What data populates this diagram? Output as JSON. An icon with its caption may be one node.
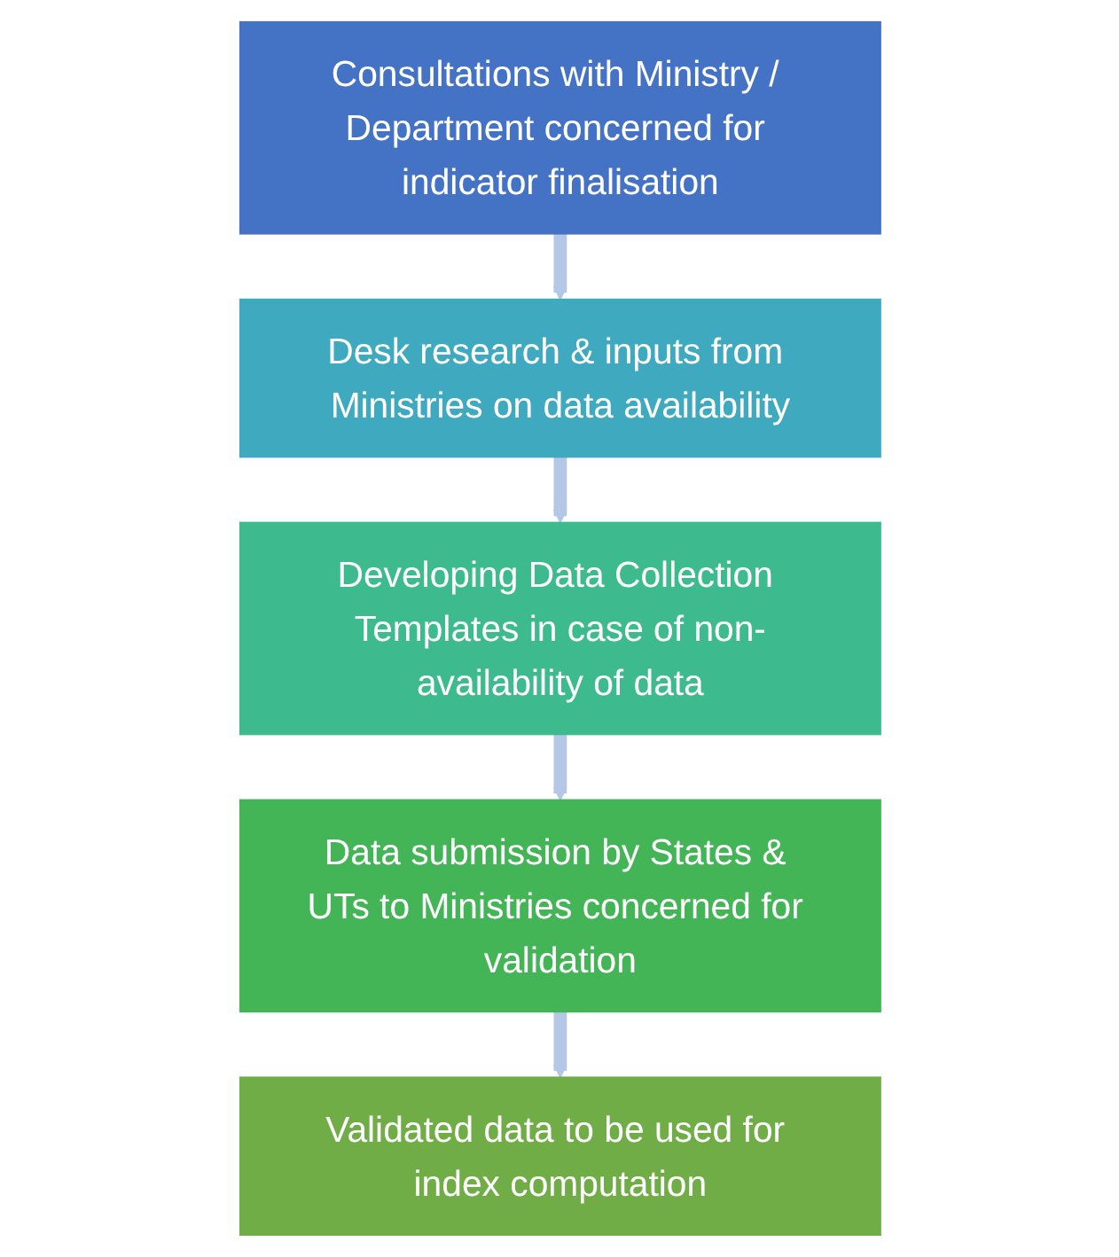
{
  "diagram": {
    "nodes": [
      {
        "text": [
          "Consultations with Ministry / Department concerned for indicator finalisation"
        ]
      },
      {
        "text": [
          "Desk research & inputs from Ministries on data availability"
        ]
      },
      {
        "text": [
          "Developing Data Collection Templates in case of non-availability of data"
        ]
      },
      {
        "text": [
          "Data submission by States & UTs to Ministries concerned for validation"
        ]
      },
      {
        "text": [
          "Validated data to be used for index computation"
        ]
      }
    ],
    "edges": [
      {
        "from": 0,
        "to": 1,
        "arrow": "to"
      },
      {
        "from": 1,
        "to": 2,
        "arrow": "to"
      },
      {
        "from": 2,
        "to": 3,
        "arrow": "to"
      },
      {
        "from": 3,
        "to": 4,
        "arrow": "to"
      }
    ]
  }
}
